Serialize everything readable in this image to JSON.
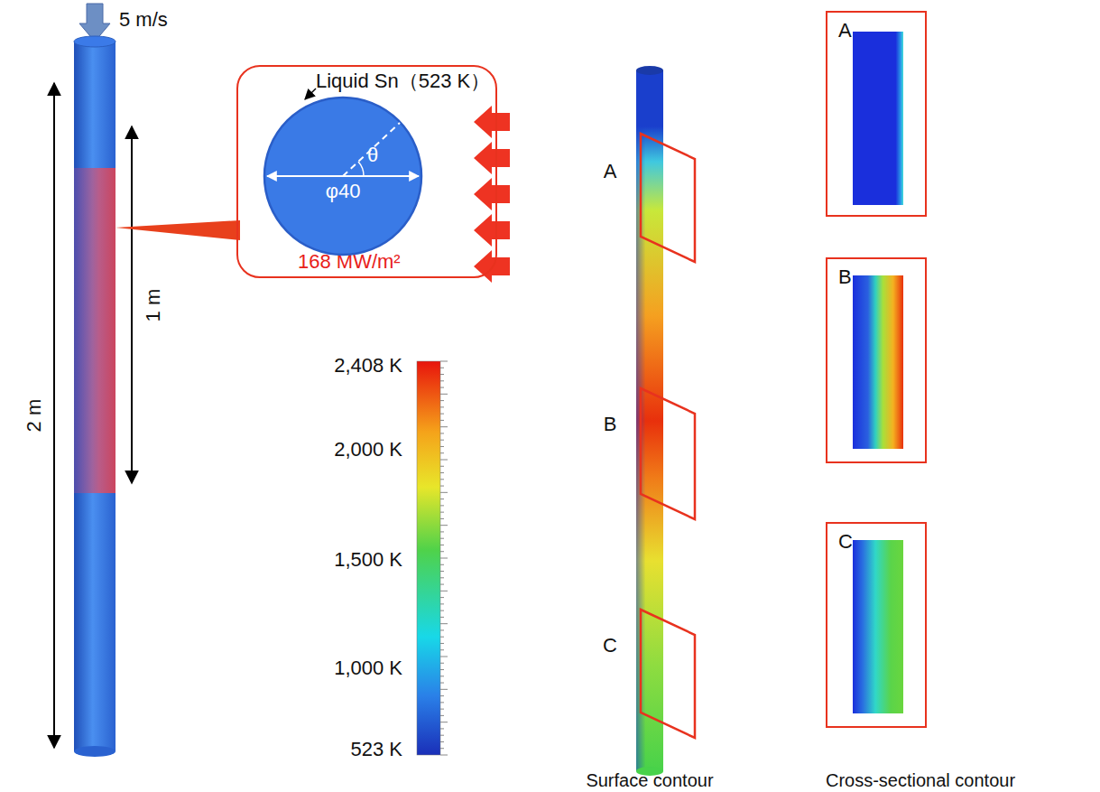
{
  "diagram": {
    "nodes": [
      {
        "text": [
          "Liquid Sn（523 K）",
          "168 MW/m²"
        ]
      },
      {
        "text": [
          "φ40",
          "θ"
        ],
        "in": 0
      },
      {
        "text": [
          "A"
        ]
      },
      {
        "text": [
          "B"
        ]
      },
      {
        "text": [
          "C"
        ]
      }
    ],
    "labels": [
      "5 m/s",
      "2 m",
      "1 m",
      "2,408 K",
      "2,000 K",
      "1,500 K",
      "1,000 K",
      "523 K",
      "A",
      "B",
      "C",
      "Surface contour",
      "Cross-sectional contour"
    ]
  }
}
